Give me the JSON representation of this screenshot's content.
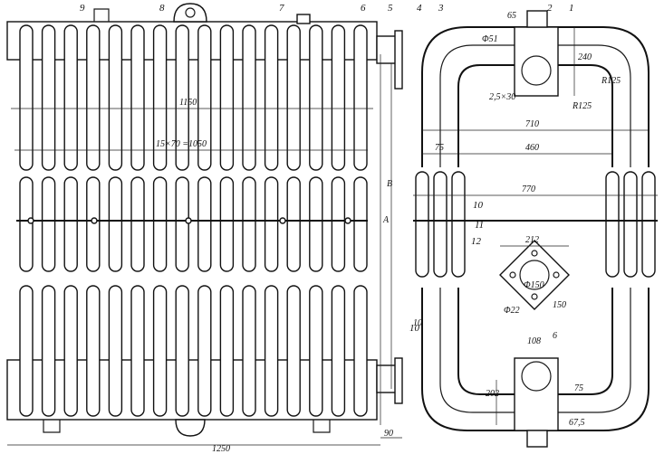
{
  "figure": {
    "callouts": [
      "9",
      "8",
      "7",
      "6",
      "5",
      "4",
      "3",
      "2",
      "1",
      "10",
      "11",
      "12",
      "10"
    ],
    "dimensions": {
      "width_1150": "1150",
      "pitch": "15×70 =1050",
      "overall_1250": "1250",
      "offset_90": "90",
      "height_A": "A",
      "height_B": "B",
      "d65": "65",
      "phi51": "Φ51",
      "wall": "2,5×30",
      "d240": "240",
      "r125_top": "R125",
      "r125_bot": "R125",
      "d710": "710",
      "d75": "75",
      "d460": "460",
      "d770": "770",
      "d212": "212",
      "phi150": "Φ150",
      "phi22": "Φ22",
      "d150": "150",
      "d108": "108",
      "d6": "6",
      "d202": "202",
      "d75b": "75",
      "d675": "67,5",
      "d10": "10"
    }
  }
}
